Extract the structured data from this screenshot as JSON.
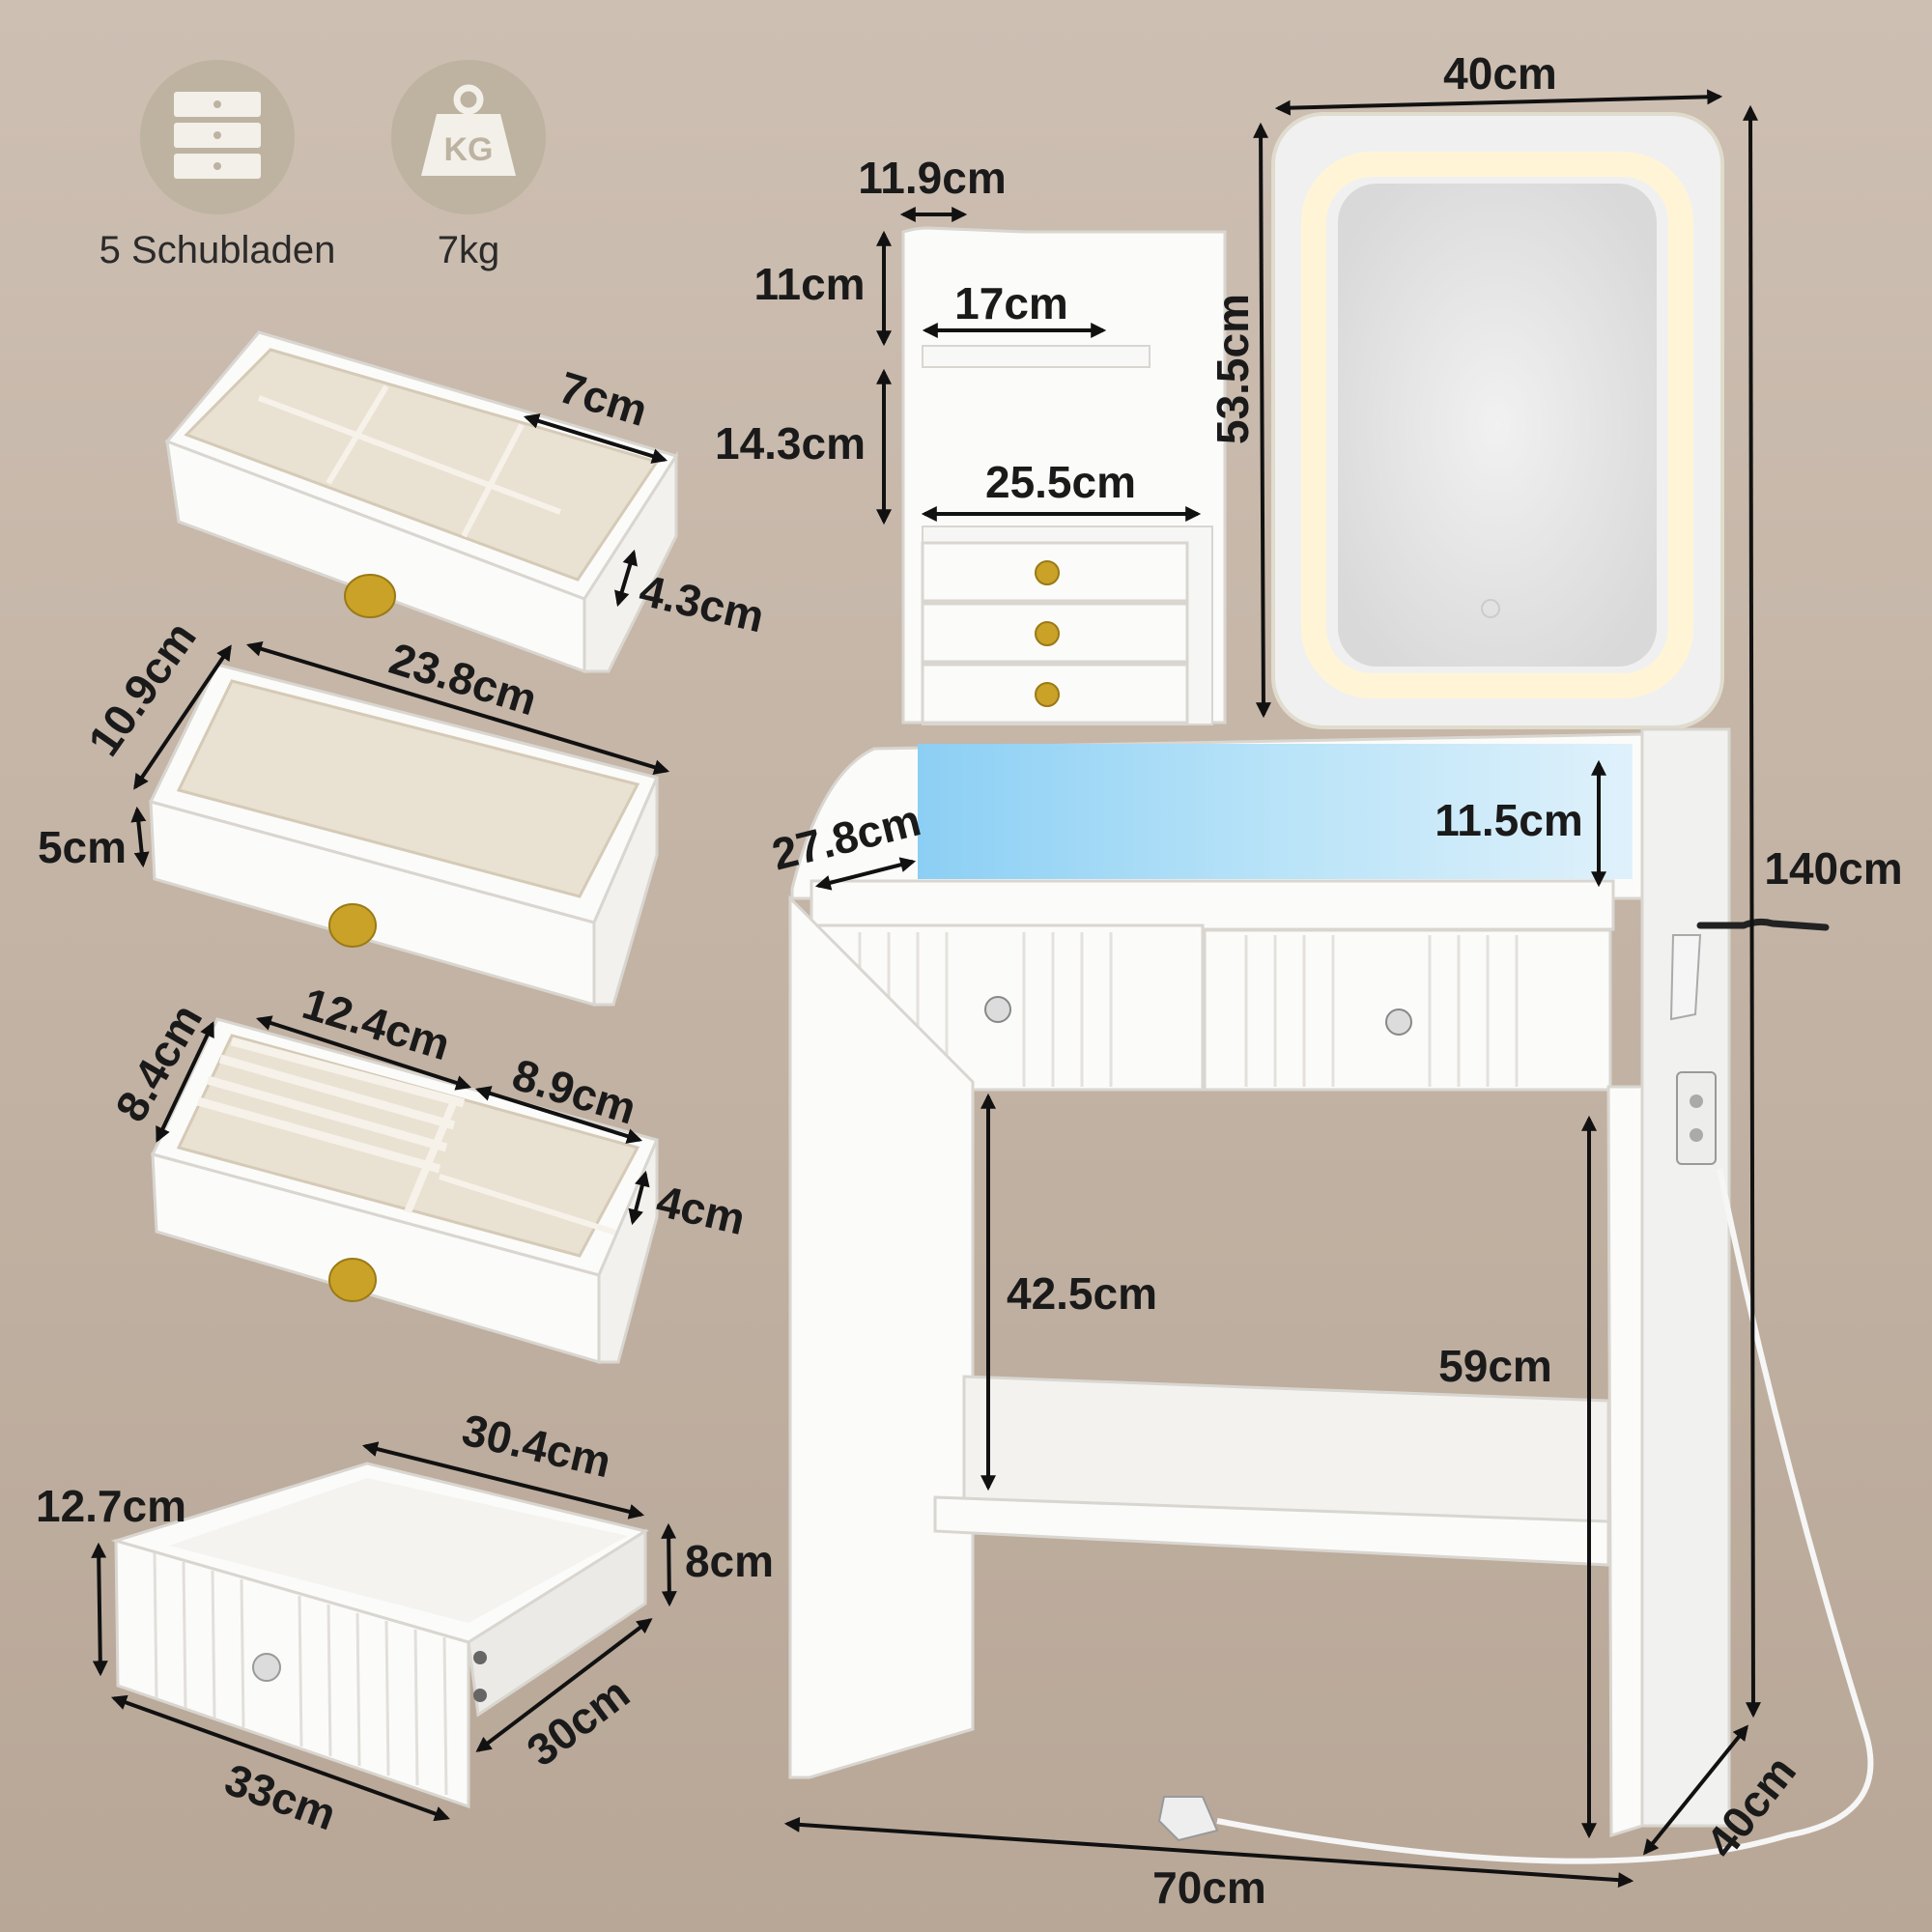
{
  "colors": {
    "background_top": "#cdbfb2",
    "background_bottom": "#b8a797",
    "badge": "#bdb3a0",
    "furniture": "#fbfbfa",
    "led_mirror": "#fff7dd",
    "led_shelf": "#9fd4f2",
    "knob": "#c9a227"
  },
  "features": {
    "drawers_label": "5 Schubladen",
    "weight_label": "7kg",
    "weight_icon_text": "KG",
    "drawers_icon": "drawers-icon"
  },
  "drawers": {
    "top_grid": {
      "width": "7cm",
      "height": "4.3cm"
    },
    "open_tray": {
      "length": "23.8cm",
      "depth": "10.9cm",
      "height": "5cm"
    },
    "ring_tray": {
      "left": "12.4cm",
      "right": "8.9cm",
      "depth": "8.4cm",
      "height": "4cm"
    },
    "big_drawer": {
      "front_height": "12.7cm",
      "top_width": "30.4cm",
      "side_height": "8cm",
      "depth": "30cm",
      "front_width": "33cm"
    }
  },
  "vanity": {
    "mirror_width": "40cm",
    "mirror_height": "53.5cm",
    "top_depth": "11.9cm",
    "top_gap": "11cm",
    "shelf_width": "17cm",
    "shelf_gap": "14.3cm",
    "mini_drawers_width": "25.5cm",
    "desk_depth": "27.8cm",
    "led_height": "11.5cm",
    "knee_height": "42.5cm",
    "leg_height": "59cm",
    "total_height": "140cm",
    "total_width": "70cm",
    "total_depth": "40cm"
  }
}
